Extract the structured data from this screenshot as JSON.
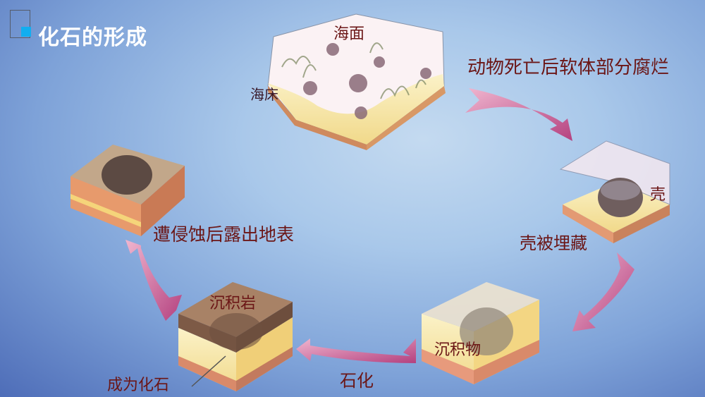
{
  "slide": {
    "title": "化石的形成",
    "accent_color": "#12aef0",
    "background_color": "#a9c8ea",
    "arrow_color": "#c0558f",
    "label_color": "#6b1616"
  },
  "diagram": {
    "type": "cycle",
    "stages": [
      {
        "id": "seabed",
        "labels": {
          "top": "海面",
          "left": "海床"
        }
      },
      {
        "id": "buried",
        "labels": {
          "shell": "壳"
        }
      },
      {
        "id": "sediment",
        "labels": {
          "layer": "沉积物"
        }
      },
      {
        "id": "rock",
        "labels": {
          "layer": "沉积岩",
          "pointer": "成为化石"
        }
      },
      {
        "id": "exposed",
        "labels": {}
      }
    ],
    "transitions": [
      {
        "from": "seabed",
        "to": "buried",
        "label": "动物死亡后软体部分腐烂"
      },
      {
        "from": "buried",
        "to": "sediment",
        "label": "壳被埋藏"
      },
      {
        "from": "sediment",
        "to": "rock",
        "label": "石化"
      },
      {
        "from": "rock",
        "to": "exposed",
        "label": "遭侵蚀后露出地表"
      }
    ]
  }
}
